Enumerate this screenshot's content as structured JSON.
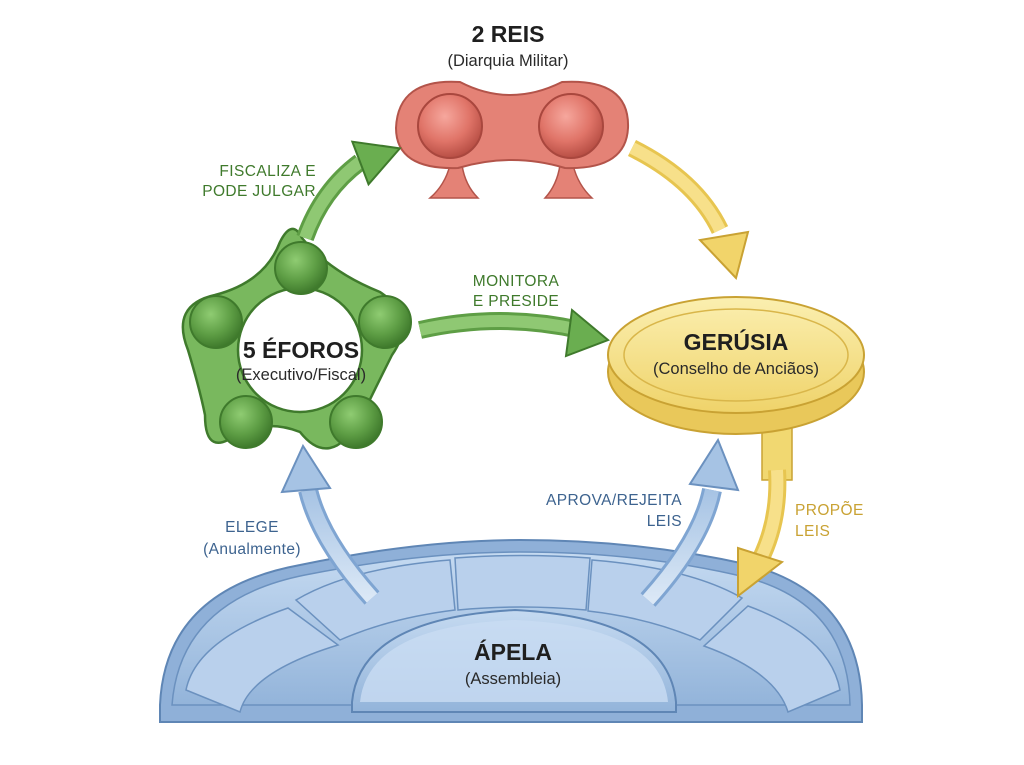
{
  "nodes": {
    "reis": {
      "title": "2 REIS",
      "subtitle": "(Diarquia Militar)"
    },
    "eforos": {
      "title": "5 ÉFOROS",
      "subtitle": "(Executivo/Fiscal)"
    },
    "gerusia": {
      "title": "GERÚSIA",
      "subtitle": "(Conselho de Anciãos)"
    },
    "apela": {
      "title": "ÁPELA",
      "subtitle": "(Assembleia)"
    }
  },
  "arrows": {
    "fiscaliza": {
      "line1": "FISCALIZA E",
      "line2": "PODE JULGAR"
    },
    "monitora": {
      "line1": "MONITORA",
      "line2": "E PRESIDE"
    },
    "elege": {
      "line1": "ELEGE",
      "line2": "(Anualmente)"
    },
    "aprova": {
      "line1": "APROVA/REJEITA",
      "line2": "LEIS"
    },
    "propoe": {
      "line1": "PROPÕE",
      "line2": "LEIS"
    }
  },
  "colors": {
    "green": "#5e9e45",
    "green_text": "#3f7a2c",
    "red": "#e07468",
    "yellow": "#f3dd7a",
    "yellow_text": "#c9a233",
    "blue": "#a9c6e6",
    "blue_text": "#3d638f"
  }
}
